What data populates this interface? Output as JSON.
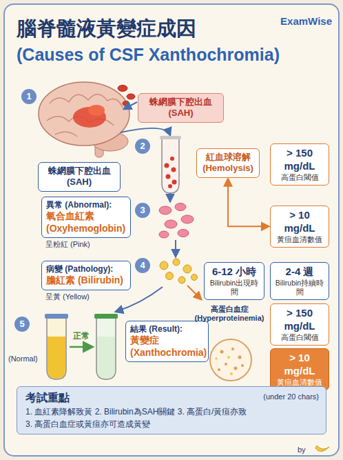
{
  "diagram": {
    "title": "腦脊髓液黃變症成因",
    "nodes": [
      {
        "text": [
          "蛛網膜下腔出血 (SAH)"
        ]
      },
      {
        "text": [
          "蛛網膜下腔出血 (SAH)"
        ]
      },
      {
        "text": [
          "紅血球溶解 (Hemolysis)"
        ]
      },
      {
        "text": [
          "> 150 mg/dL",
          "高蛋白閾值"
        ]
      },
      {
        "text": [
          "> 10 mg/dL",
          "黃疸血清數值"
        ]
      },
      {
        "text": [
          "異常 (Abnormal):",
          "氧合血紅素 (Oxyhemoglobin)"
        ]
      },
      {
        "text": [
          "病變 (Pathology):",
          "膽紅素 (Bilirubin)"
        ]
      },
      {
        "text": [
          "6-12 小時",
          "Bilirubin出現時間"
        ]
      },
      {
        "text": [
          "2-4 週",
          "Bilirubin持續時間"
        ]
      },
      {
        "text": [
          "結果 (Result):",
          "黃變症 (Xanthochromia)"
        ]
      },
      {
        "text": [
          "> 150 mg/dL",
          "高蛋白閾值"
        ]
      },
      {
        "text": [
          "> 10 mg/dL",
          "黃疸血清數值"
        ]
      },
      {
        "text": [
          "考試重點",
          "(under 20 chars)",
          "1. 血紅素降解致黃 2. Bilirubin為SAH關鍵 3. 高蛋白/黃疸亦致",
          "3. 高蛋白血症或黃疸亦可造成黃變"
        ]
      }
    ],
    "edges": [
      {
        "from": 2,
        "to": 4,
        "arrow": "both"
      }
    ],
    "labels": [
      "(Causes of CSF Xanthochromia)",
      "ExamWise",
      "1",
      "2",
      "3",
      "4",
      "5",
      "呈粉紅 (Pink)",
      "呈黃 (Yellow)",
      "高蛋白血症 (Hyperproteinemia)",
      "正常",
      "(Normal)",
      "by"
    ]
  }
}
